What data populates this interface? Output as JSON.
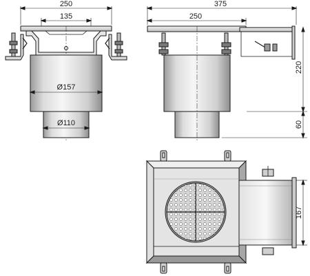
{
  "dimensions": {
    "front_total_width": "250",
    "front_inner_width": "135",
    "front_body_diameter": "Ø157",
    "front_outlet_diameter": "Ø110",
    "side_total_width": "375",
    "side_frame_width": "250",
    "side_body_height": "220",
    "side_outlet_height": "60",
    "top_outlet_width": "167"
  },
  "colors": {
    "line": "#1a1a1a",
    "metal_light": "#eeeeee",
    "metal_mid": "#c8c8c8",
    "metal_dark": "#8a8a8a",
    "background": "#ffffff"
  }
}
